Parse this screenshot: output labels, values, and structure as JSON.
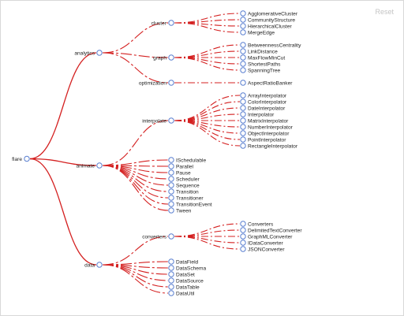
{
  "reset_label": "Reset",
  "colors": {
    "link": "#d42020",
    "node_stroke": "#5a7fd0",
    "node_fill": "#ffffff",
    "text": "#222222",
    "reset": "#c4c4c4"
  },
  "tree": {
    "name": "flare",
    "children": [
      {
        "name": "analytics",
        "children": [
          {
            "name": "cluster",
            "children": [
              {
                "name": "AgglomerativeCluster"
              },
              {
                "name": "CommunityStructure"
              },
              {
                "name": "HierarchicalCluster"
              },
              {
                "name": "MergeEdge"
              }
            ]
          },
          {
            "name": "graph",
            "children": [
              {
                "name": "BetweennessCentrality"
              },
              {
                "name": "LinkDistance"
              },
              {
                "name": "MaxFlowMinCut"
              },
              {
                "name": "ShortestPaths"
              },
              {
                "name": "SpanningTree"
              }
            ]
          },
          {
            "name": "optimization",
            "children": [
              {
                "name": "AspectRatioBanker"
              }
            ]
          }
        ]
      },
      {
        "name": "animate",
        "children": [
          {
            "name": "interpolate",
            "children": [
              {
                "name": "ArrayInterpolator"
              },
              {
                "name": "ColorInterpolator"
              },
              {
                "name": "DateInterpolator"
              },
              {
                "name": "Interpolator"
              },
              {
                "name": "MatrixInterpolator"
              },
              {
                "name": "NumberInterpolator"
              },
              {
                "name": "ObjectInterpolator"
              },
              {
                "name": "PointInterpolator"
              },
              {
                "name": "RectangleInterpolator"
              }
            ]
          },
          {
            "name": "ISchedulable"
          },
          {
            "name": "Parallel"
          },
          {
            "name": "Pause"
          },
          {
            "name": "Scheduler"
          },
          {
            "name": "Sequence"
          },
          {
            "name": "Transition"
          },
          {
            "name": "Transitioner"
          },
          {
            "name": "TransitionEvent"
          },
          {
            "name": "Tween"
          }
        ]
      },
      {
        "name": "data",
        "children": [
          {
            "name": "converters",
            "children": [
              {
                "name": "Converters"
              },
              {
                "name": "DelimitedTextConverter"
              },
              {
                "name": "GraphMLConverter"
              },
              {
                "name": "IDataConverter"
              },
              {
                "name": "JSONConverter"
              }
            ]
          },
          {
            "name": "DataField"
          },
          {
            "name": "DataSchema"
          },
          {
            "name": "DataSet"
          },
          {
            "name": "DataSource"
          },
          {
            "name": "DataTable"
          },
          {
            "name": "DataUtil"
          }
        ]
      }
    ]
  }
}
